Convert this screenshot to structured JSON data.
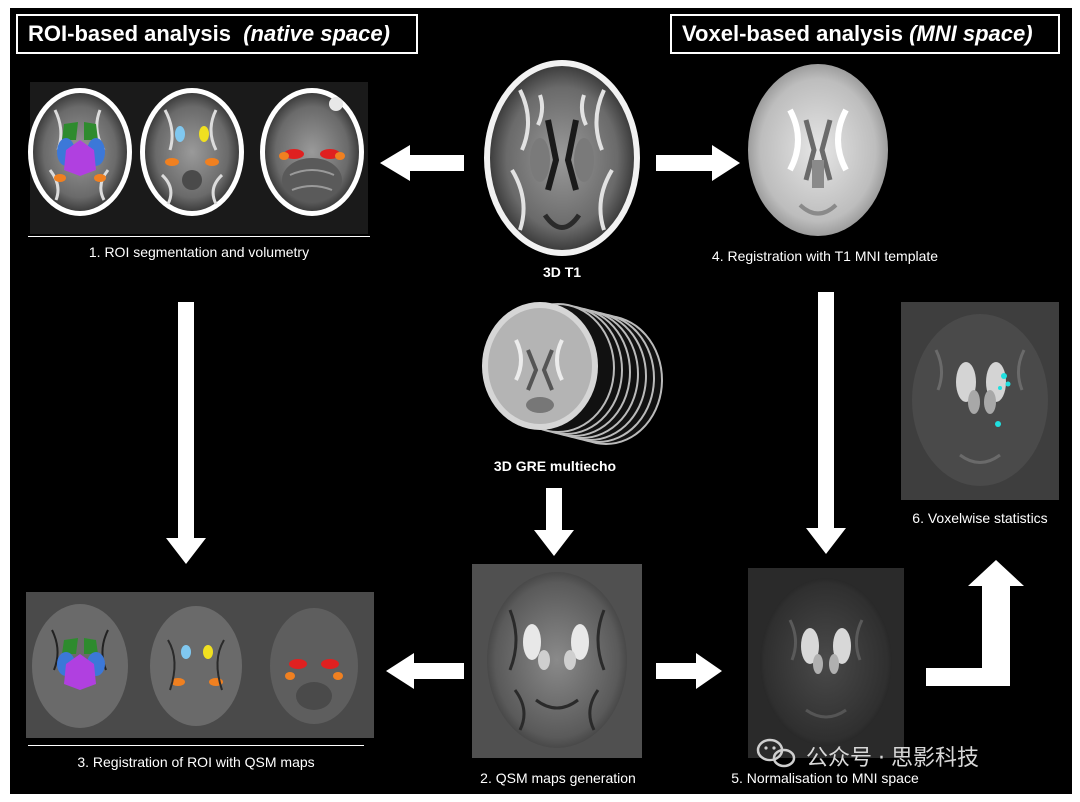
{
  "headers": {
    "left_main": "ROI-based analysis",
    "left_italic": "(native space)",
    "right_main": "Voxel-based analysis",
    "right_italic": "(MNI space)"
  },
  "captions": {
    "t1": "3D T1",
    "gre": "3D GRE multiecho",
    "step1": "1. ROI segmentation and volumetry",
    "step2": "2. QSM maps generation",
    "step3": "3. Registration of ROI with QSM maps",
    "step4": "4. Registration with T1 MNI template",
    "step5": "5. Normalisation to MNI space",
    "step6": "6. Voxelwise statistics"
  },
  "watermark": {
    "left": "公众号",
    "dot": "·",
    "right": "思影科技"
  },
  "colors": {
    "background": "#000000",
    "roi_green": "#2e8b2e",
    "roi_blue": "#3c78d8",
    "roi_magenta": "#b040e0",
    "roi_orange": "#f08020",
    "roi_red": "#e02020",
    "roi_yellow": "#f0e020",
    "roi_lightblue": "#80c8f0",
    "stat_cyan": "#20e0e0"
  }
}
